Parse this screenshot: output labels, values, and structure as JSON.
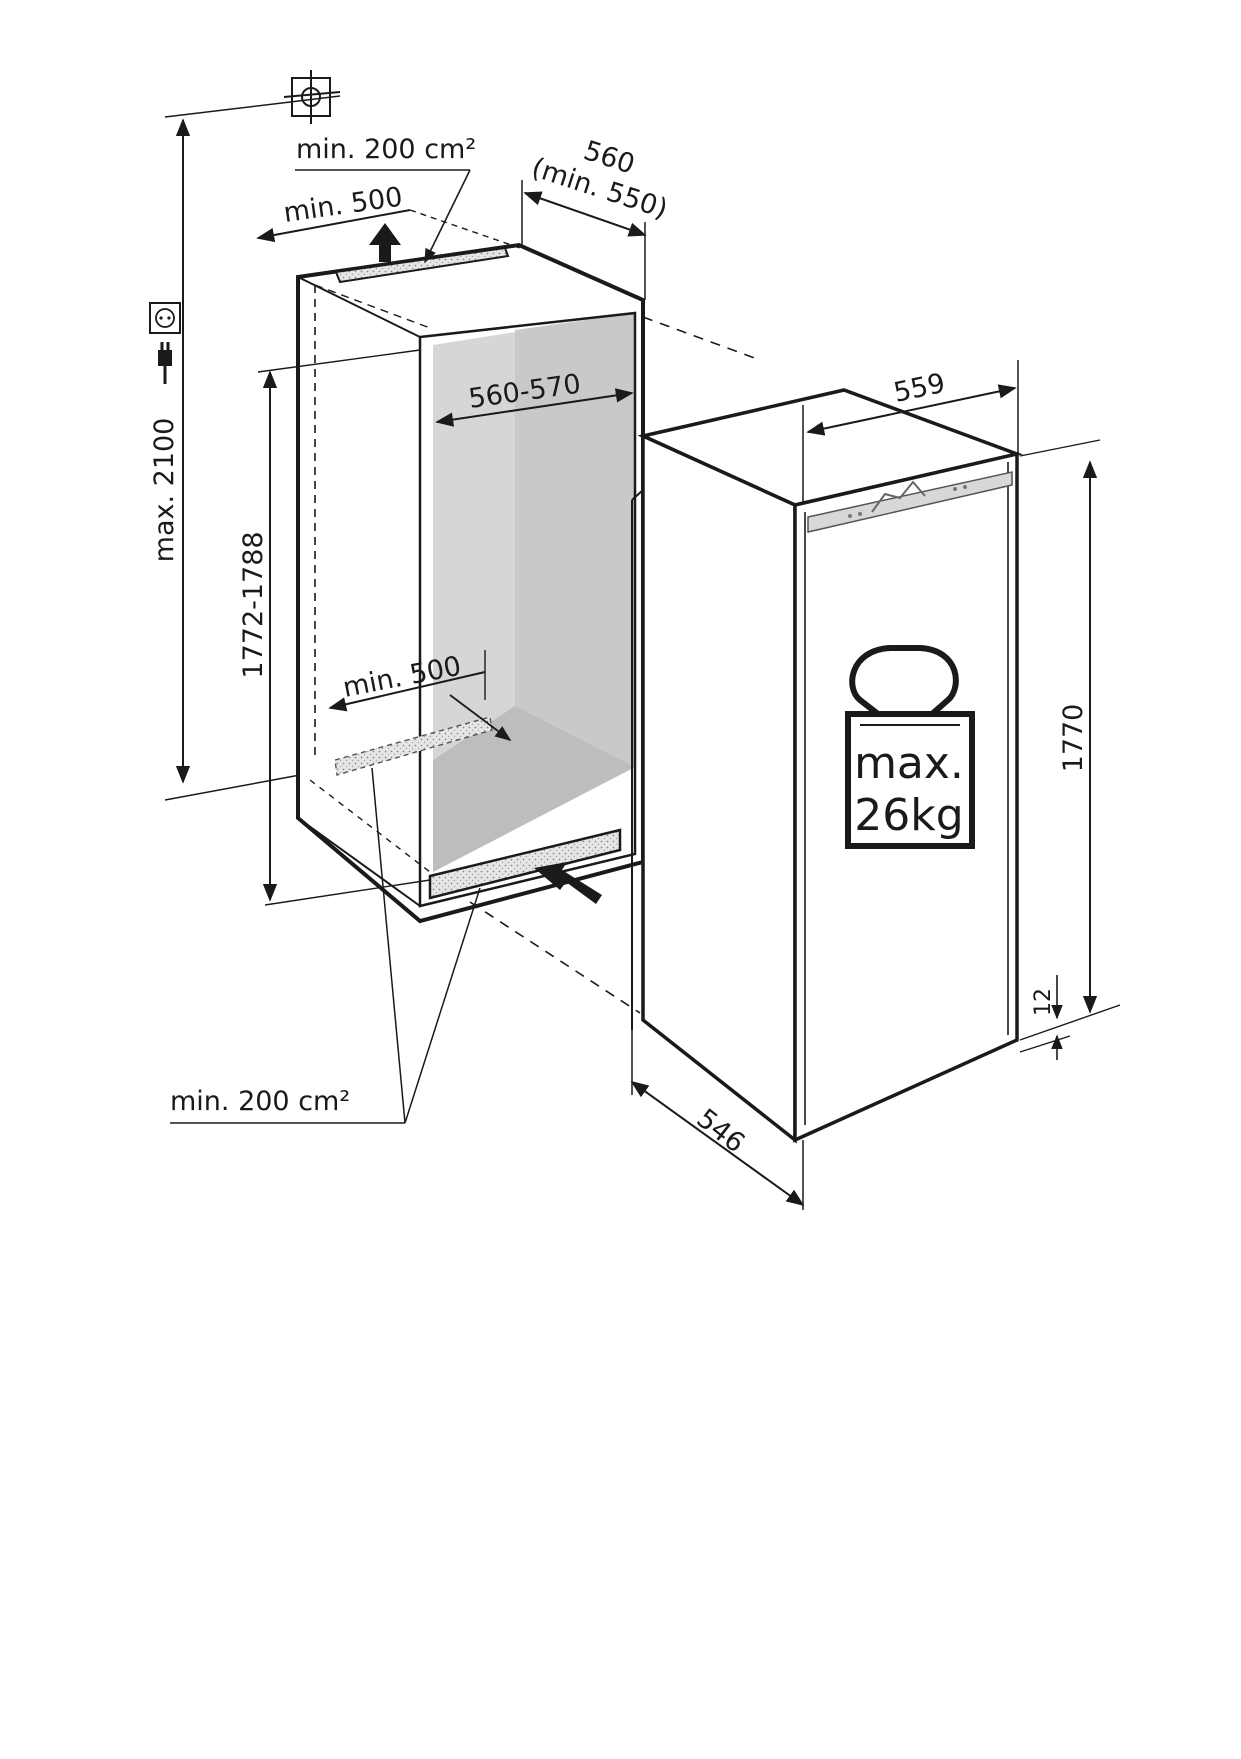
{
  "labels": {
    "top_vent_area": "min. 200 cm²",
    "top_clearance": "min. 500",
    "niche_depth": "560",
    "niche_depth_min": "(min. 550)",
    "max_height": "max. 2100",
    "niche_width": "560-570",
    "niche_height": "1772-1788",
    "bottom_clearance": "min. 500",
    "bottom_vent_area": "min. 200 cm²",
    "appliance_width": "559",
    "appliance_height": "1770",
    "appliance_depth": "546",
    "plinth_gap": "12",
    "weight_line1": "max.",
    "weight_line2": "26kg"
  },
  "icons": [
    "level-icon",
    "power-socket-icon",
    "power-plug-icon",
    "door-weight-icon",
    "airflow-arrow-icon"
  ],
  "colors": {
    "ink": "#1a1a1a",
    "niche_back": "#d6d6d6",
    "niche_side": "#c6c6c6",
    "niche_floor": "#bdbdbd",
    "vent_grille": "#e2e2e2"
  }
}
